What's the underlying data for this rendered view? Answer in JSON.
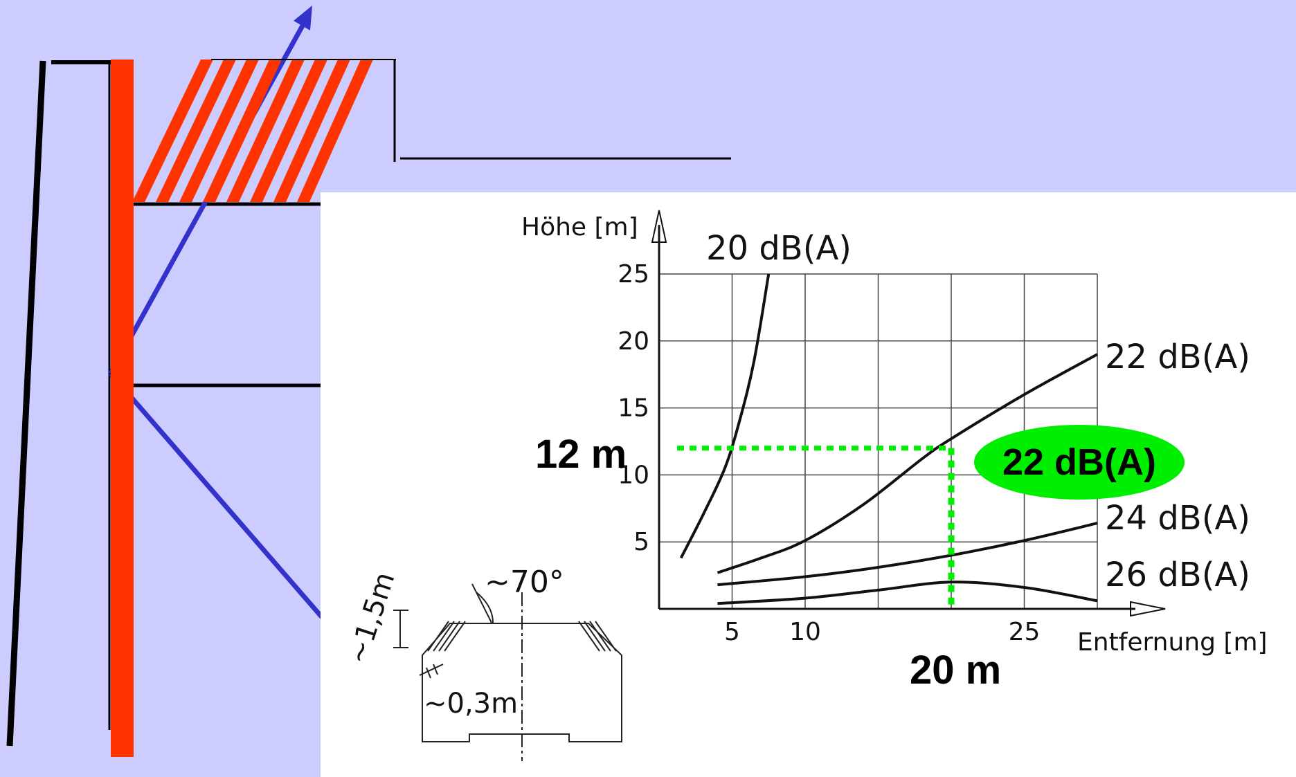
{
  "colors": {
    "background": "#ccccff",
    "panel": "#ffffff",
    "pole": "#ff3300",
    "arrow": "#3333cc",
    "highlight": "#00ee00",
    "line": "#111111"
  },
  "chart_data": {
    "type": "line",
    "xlabel": "Entfernung [m]",
    "ylabel": "Höhe [m]",
    "xlim": [
      0,
      30
    ],
    "ylim": [
      0,
      25
    ],
    "x_ticks": [
      5,
      10,
      25
    ],
    "y_ticks": [
      5,
      10,
      15,
      20,
      25
    ],
    "grid": true,
    "series": [
      {
        "name": "20 dB(A)",
        "x": [
          1.5,
          3,
          4.5,
          5.5,
          6.5,
          7.5
        ],
        "y": [
          3.8,
          7,
          10.5,
          14,
          18.5,
          25
        ]
      },
      {
        "name": "22 dB(A)",
        "x": [
          4,
          7,
          10,
          14,
          18,
          20,
          25,
          30
        ],
        "y": [
          2.7,
          3.8,
          5.1,
          7.8,
          11.2,
          12.7,
          16,
          19
        ]
      },
      {
        "name": "24 dB(A)",
        "x": [
          4,
          10,
          15,
          20,
          25,
          30
        ],
        "y": [
          1.8,
          2.4,
          3.1,
          4,
          5.1,
          6.4
        ]
      },
      {
        "name": "26 dB(A)",
        "x": [
          4,
          10,
          15,
          20,
          25,
          30
        ],
        "y": [
          0.4,
          0.8,
          1.4,
          2,
          1.6,
          0.6
        ]
      }
    ],
    "highlight": {
      "x": 20,
      "y": 12,
      "x_label": "20 m",
      "y_label": "12 m",
      "series_label": "22 dB(A)"
    }
  },
  "cross_section": {
    "angle_label": "~70°",
    "height_label": "~1,5m",
    "width_label": "~0,3m"
  }
}
